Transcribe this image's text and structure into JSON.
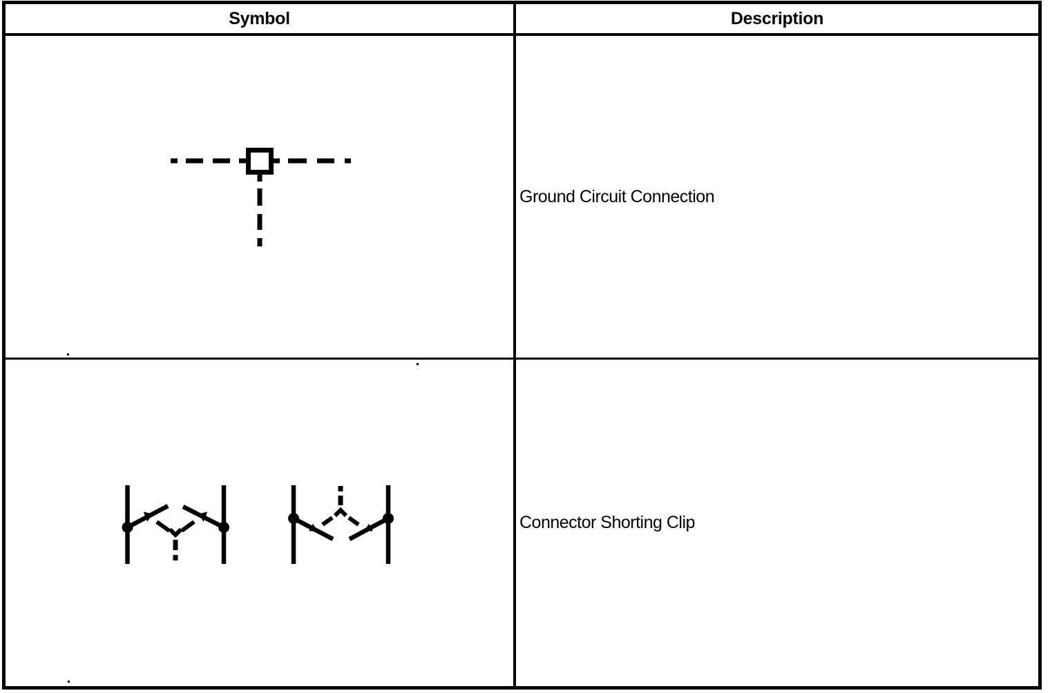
{
  "page": {
    "background_color": "#ffffff",
    "ink_color": "#000000"
  },
  "table": {
    "headers": [
      {
        "id": "symbol",
        "label": "Symbol"
      },
      {
        "id": "description",
        "label": "Description"
      }
    ],
    "rows": [
      {
        "symbol_icon": "ground-circuit-connection-symbol",
        "description": "Ground Circuit Connection"
      },
      {
        "symbol_icon": "connector-shorting-clip-symbol",
        "description": "Connector Shorting Clip"
      }
    ]
  }
}
